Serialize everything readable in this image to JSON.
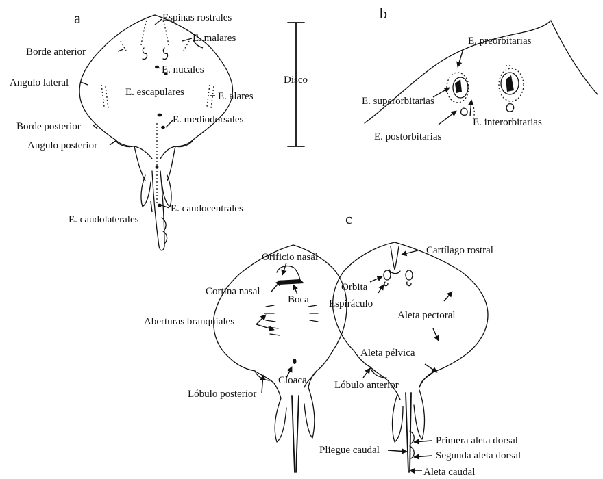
{
  "panels": {
    "a": "a",
    "b": "b",
    "c": "c"
  },
  "panel_a": {
    "espinas_rostrales": "Espinas rostrales",
    "e_malares": "E. malares",
    "borde_anterior": "Borde anterior",
    "angulo_lateral": "Angulo lateral",
    "e_nucales": "E. nucales",
    "e_escapulares": "E. escapulares",
    "e_alares": "E. alares",
    "borde_posterior": "Borde posterior",
    "e_mediodorsales": "E. mediodorsales",
    "angulo_posterior": "Angulo posterior",
    "e_caudocentrales": "E. caudocentrales",
    "e_caudolaterales": "E. caudolaterales",
    "disco": "Disco"
  },
  "panel_b": {
    "e_preorbitarias": "E. preorbitarias",
    "e_superorbitarias": "E. superorbitarias",
    "e_interorbitarias": "E. interorbitarias",
    "e_postorbitarias": "E. postorbitarias"
  },
  "panel_c": {
    "orificio_nasal": "Orificio nasal",
    "cartilago_rostral": "Cartílago rostral",
    "cortina_nasal": "Cortina nasal",
    "orbita": "Orbita",
    "boca": "Boca",
    "espiraculo": "Espiráculo",
    "aberturas_branquiales": "Aberturas branquiales",
    "aleta_pectoral": "Aleta pectoral",
    "aleta_pelvica": "Aleta pélvica",
    "cloaca": "Cloaca",
    "lobulo_posterior": "Lóbulo posterior",
    "lobulo_anterior": "Lóbulo anterior",
    "primera_aleta_dorsal": "Primera aleta dorsal",
    "pliegue_caudal": "Pliegue caudal",
    "segunda_aleta_dorsal": "Segunda aleta dorsal",
    "aleta_caudal": "Aleta caudal"
  }
}
